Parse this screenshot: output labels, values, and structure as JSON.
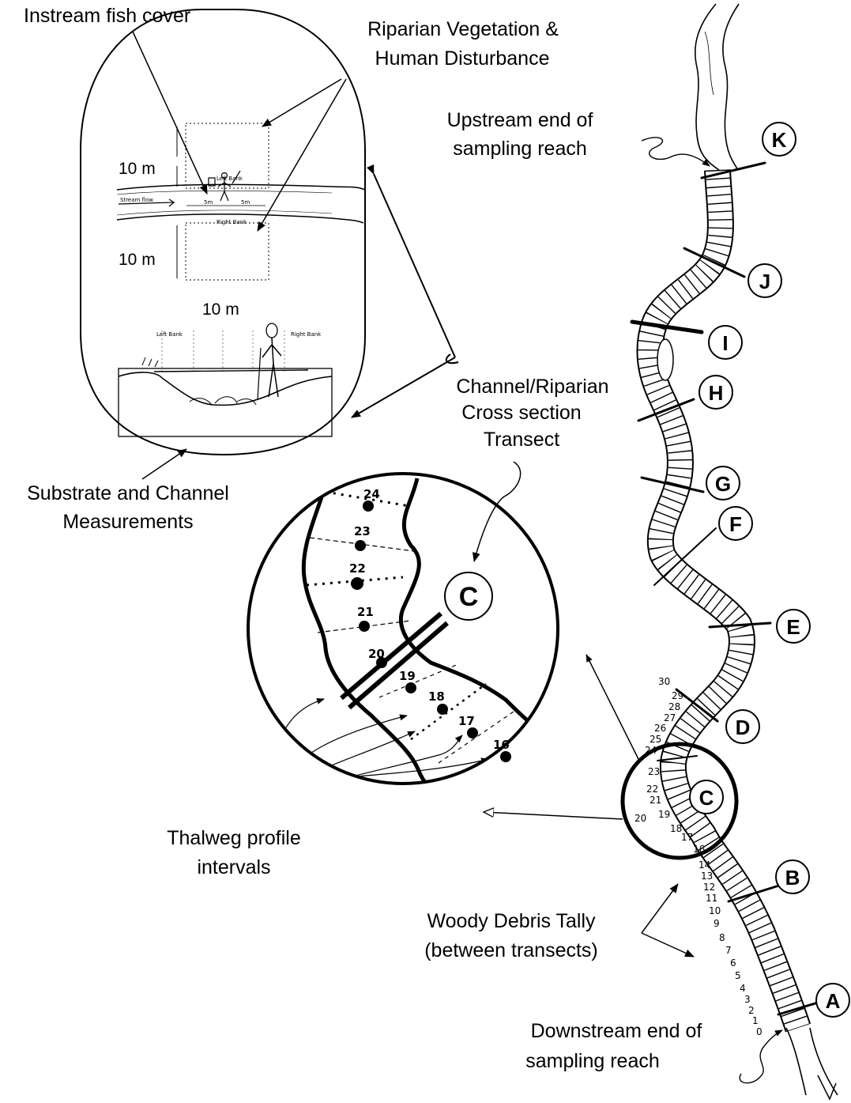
{
  "callouts": {
    "instream_fish_cover": "Instream fish cover",
    "riparian_line1": "Riparian Vegetation &",
    "riparian_line2": "Human Disturbance",
    "upstream_line1": "Upstream end of",
    "upstream_line2": "sampling reach",
    "substrate_line1": "Substrate and Channel",
    "substrate_line2": "Measurements",
    "channel_line1": "Channel/Riparian",
    "channel_line2": "Cross section",
    "channel_line3": "Transect",
    "thalweg_line1": "Thalweg profile",
    "thalweg_line2": "intervals",
    "woody_line1": "Woody Debris Tally",
    "woody_line2": "(between transects)",
    "downstream_line1": "Downstream end of",
    "downstream_line2": "sampling reach"
  },
  "plot_inset": {
    "dim_upper": "10 m",
    "dim_lower": "10 m",
    "dim_width": "10 m",
    "sketch_left_bank": "Left Bank",
    "sketch_right_bank": "Right Bank",
    "sketch_stream_flow": "Stream flow",
    "sketch_5m_left": "5m",
    "sketch_5m_right": "5m",
    "xs_left_bank": "Left Bank",
    "xs_right_bank": "Right Bank"
  },
  "transects": {
    "A": "A",
    "B": "B",
    "C": "C",
    "D": "D",
    "E": "E",
    "F": "F",
    "G": "G",
    "H": "H",
    "I": "I",
    "J": "J",
    "K": "K"
  },
  "zoom_inset": {
    "transect_label": "C",
    "stations": [
      "16",
      "17",
      "18",
      "19",
      "20",
      "21",
      "22",
      "23",
      "24"
    ]
  },
  "reach_numbers": {
    "near_c": [
      "16",
      "17",
      "18",
      "19",
      "20",
      "21",
      "22",
      "23"
    ],
    "above_c": [
      "24",
      "25",
      "26",
      "27",
      "28",
      "29",
      "30"
    ],
    "below_c": [
      "14",
      "13",
      "12",
      "11",
      "10",
      "9",
      "8",
      "7",
      "6",
      "5",
      "4",
      "3",
      "2",
      "1",
      "0"
    ]
  }
}
